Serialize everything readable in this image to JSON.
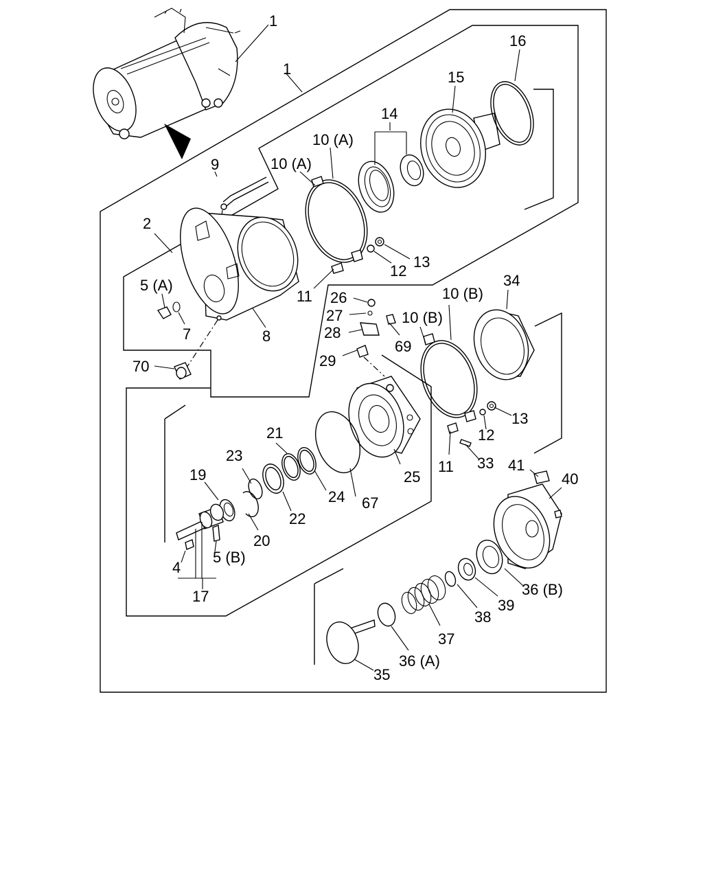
{
  "diagram": {
    "type": "exploded-parts-view",
    "callouts": {
      "p1a": "1",
      "p1b": "1",
      "p2": "2",
      "p4": "4",
      "p5a": "5 (A)",
      "p5b": "5 (B)",
      "p7": "7",
      "p8": "8",
      "p9": "9",
      "p10a1": "10 (A)",
      "p10a2": "10 (A)",
      "p10b1": "10 (B)",
      "p10b2": "10 (B)",
      "p11a": "11",
      "p11b": "11",
      "p12a": "12",
      "p12b": "12",
      "p13a": "13",
      "p13b": "13",
      "p14": "14",
      "p15": "15",
      "p16": "16",
      "p17": "17",
      "p19": "19",
      "p20": "20",
      "p21": "21",
      "p22": "22",
      "p23": "23",
      "p24": "24",
      "p25": "25",
      "p26": "26",
      "p27": "27",
      "p28": "28",
      "p29": "29",
      "p33": "33",
      "p34": "34",
      "p35": "35",
      "p36a": "36 (A)",
      "p36b": "36 (B)",
      "p37": "37",
      "p38": "38",
      "p39": "39",
      "p40": "40",
      "p41": "41",
      "p67": "67",
      "p69": "69",
      "p70": "70"
    }
  }
}
